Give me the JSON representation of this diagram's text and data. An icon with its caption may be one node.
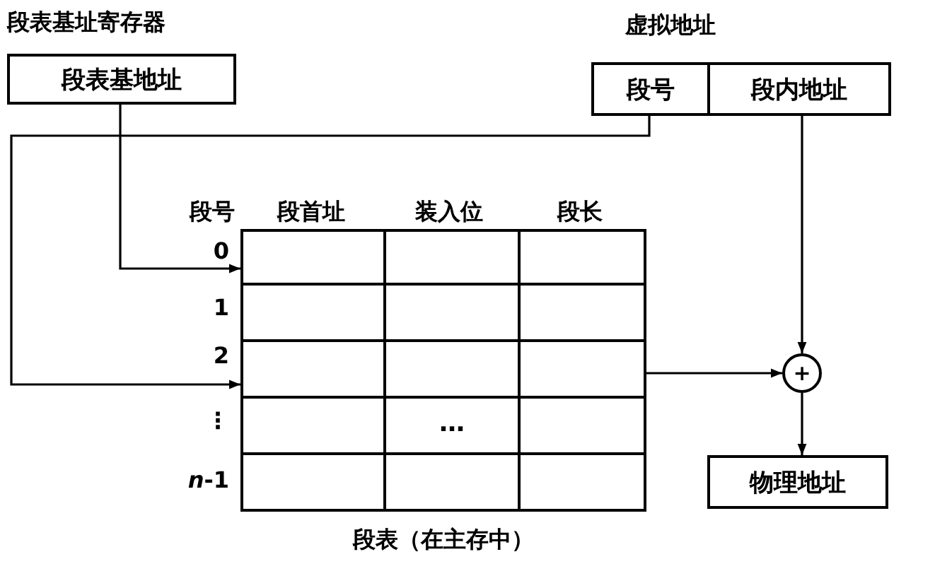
{
  "diagram": {
    "nodes": [
      {
        "text": [
          "段表基址寄存器",
          "段表基地址"
        ]
      },
      {
        "text": [
          "虚拟地址"
        ]
      },
      {
        "text": [
          "段号"
        ],
        "in": 1
      },
      {
        "text": [
          "段内地址"
        ],
        "in": 1
      },
      {
        "text": [
          "段表（在主存中）"
        ]
      },
      {
        "text": [],
        "shape": "box",
        "in": 4
      },
      {
        "text": [],
        "shape": "box",
        "in": 4
      },
      {
        "text": [],
        "shape": "box",
        "in": 4
      },
      {
        "text": [
          "…"
        ],
        "in": 4
      },
      {
        "text": [],
        "shape": "box",
        "in": 4
      },
      {
        "text": [
          "+"
        ]
      },
      {
        "text": [
          "物理地址"
        ]
      }
    ],
    "edges": [
      {
        "from": 0,
        "to": 5,
        "arrow": "to"
      },
      {
        "from": 2,
        "to": 7,
        "arrow": "to"
      },
      {
        "from": 7,
        "to": 10,
        "arrow": "to"
      },
      {
        "from": 3,
        "to": 10,
        "arrow": "to"
      },
      {
        "from": 10,
        "to": 11,
        "arrow": "to"
      }
    ],
    "labels": [
      "段号",
      "段首址",
      "装入位",
      "段长",
      "0",
      "1",
      "2",
      "⋮",
      "*n*-1"
    ]
  }
}
